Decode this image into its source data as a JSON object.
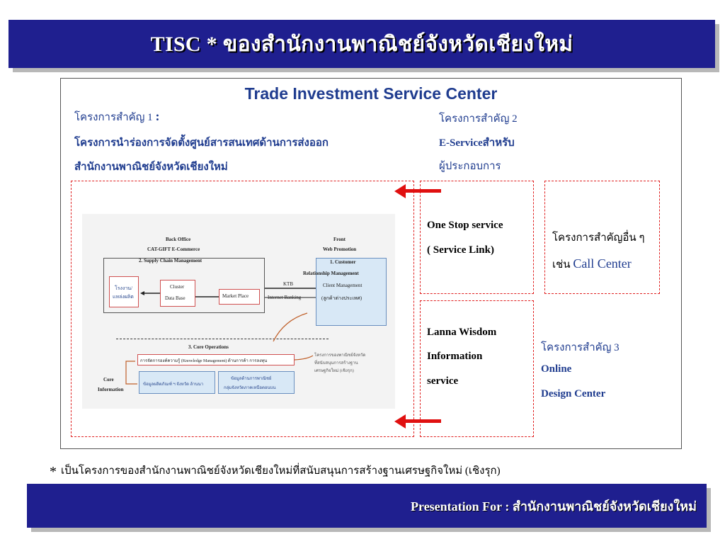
{
  "header": {
    "title": "TISC * ของสำนักงานพาณิชย์จังหวัดเชียงใหม่"
  },
  "frame": {
    "title": "Trade Investment Service Center",
    "project1": {
      "line1": "โครงการสำคัญ 1",
      "colon": ":",
      "line2": "โครงการนำร่องการจัดตั้งศูนย์สารสนเทศด้านการส่งออก",
      "line3": "สำนักงานพาณิชย์จังหวัดเชียงใหม่"
    },
    "project2": {
      "line1": "โครงการสำคัญ 2",
      "line2": "E-Serviceสำหรับ",
      "line3": "ผู้ประกอบการ"
    },
    "one_stop": {
      "line1": "One Stop service",
      "line2": "( Service Link)"
    },
    "other_projects": {
      "line1": "โครงการสำคัญอื่น ๆ",
      "line2_prefix": "เช่น",
      "line2_highlight": "Call Center"
    },
    "lanna": {
      "line1": "Lanna Wisdom",
      "line2": "Information",
      "line3": "service"
    },
    "project3": {
      "line1": "โครงการสำคัญ 3",
      "line2": "Online",
      "line3": "Design Center"
    }
  },
  "diagram": {
    "back_office": "Back Office",
    "cat_gift": "CAT-GIFT E-Commerce",
    "supply_chain": "2. Supply Chain Management",
    "front": "Front",
    "web_promotion": "Web Promotion",
    "customer": "1. Customer",
    "relationship": "Relationship Management",
    "client_mgmt": "Client Management",
    "client_sub": "(ลูกค้าต่างประเทศ)",
    "factory": "โรงงาน/",
    "factory2": "แหล่งผลิต",
    "cluster": "Cluster",
    "database": "Data Base",
    "market_place": "Market Place",
    "ktb": "KTB",
    "internet_banking": "Internet Banking",
    "core_operations": "3. Core Operations",
    "knowledge": "การจัดการองค์ความรู้ (Knowledge Management) ด้านการค้า การลงทุน",
    "side_note1": "โครงการของพาณิชย์จังหวัด",
    "side_note2": "ที่สนับสนุนการสร้างฐาน",
    "side_note3": "เศรษฐกิจใหม่ (เชิงรุก)",
    "core": "Core",
    "information": "Information",
    "box_a": "ข้อมูลผลิตภัณฑ์ ฯ จังหวัด ล้านนา",
    "box_b1": "ข้อมูลด้านการพาณิชย์",
    "box_b2": "กลุ่มจังหวัดภาคเหนือตอนบน"
  },
  "footnote": {
    "star": "*",
    "text": "เป็นโครงการของสำนักงานพาณิชย์จังหวัดเชียงใหม่ที่สนับสนุนการสร้างฐานเศรษฐกิจใหม่ (เชิงรุก)"
  },
  "footer": {
    "text": "Presentation For : สำนักงานพาณิชย์จังหวัดเชียงใหม่"
  },
  "colors": {
    "banner": "#1f1f8f",
    "accent_text": "#1f3c8f",
    "arrow": "#e01010",
    "dashed_border": "#e02020"
  }
}
